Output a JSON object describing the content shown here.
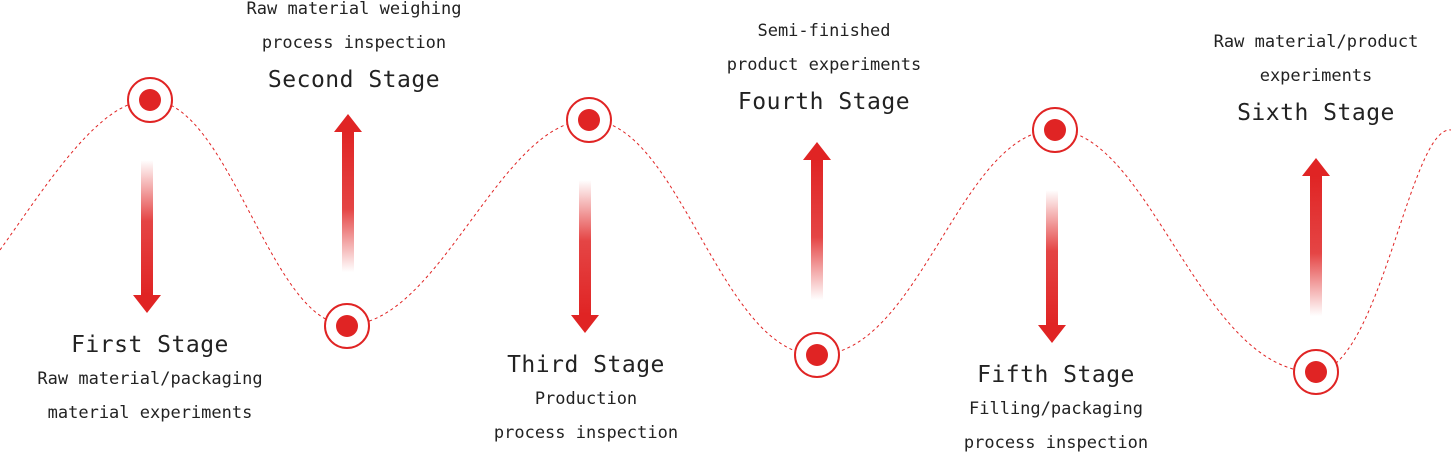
{
  "accent_color": "#e02424",
  "stages": [
    {
      "title": "First Stage",
      "desc1": "Raw material/packaging",
      "desc2": "material experiments"
    },
    {
      "title": "Second Stage",
      "desc1": "Raw material weighing",
      "desc2": "process inspection"
    },
    {
      "title": "Third Stage",
      "desc1": "Production",
      "desc2": "process inspection"
    },
    {
      "title": "Fourth Stage",
      "desc1": "Semi-finished",
      "desc2": "product experiments"
    },
    {
      "title": "Fifth Stage",
      "desc1": "Filling/packaging",
      "desc2": "process inspection"
    },
    {
      "title": "Sixth Stage",
      "desc1": "Raw material/product",
      "desc2": "experiments"
    }
  ]
}
